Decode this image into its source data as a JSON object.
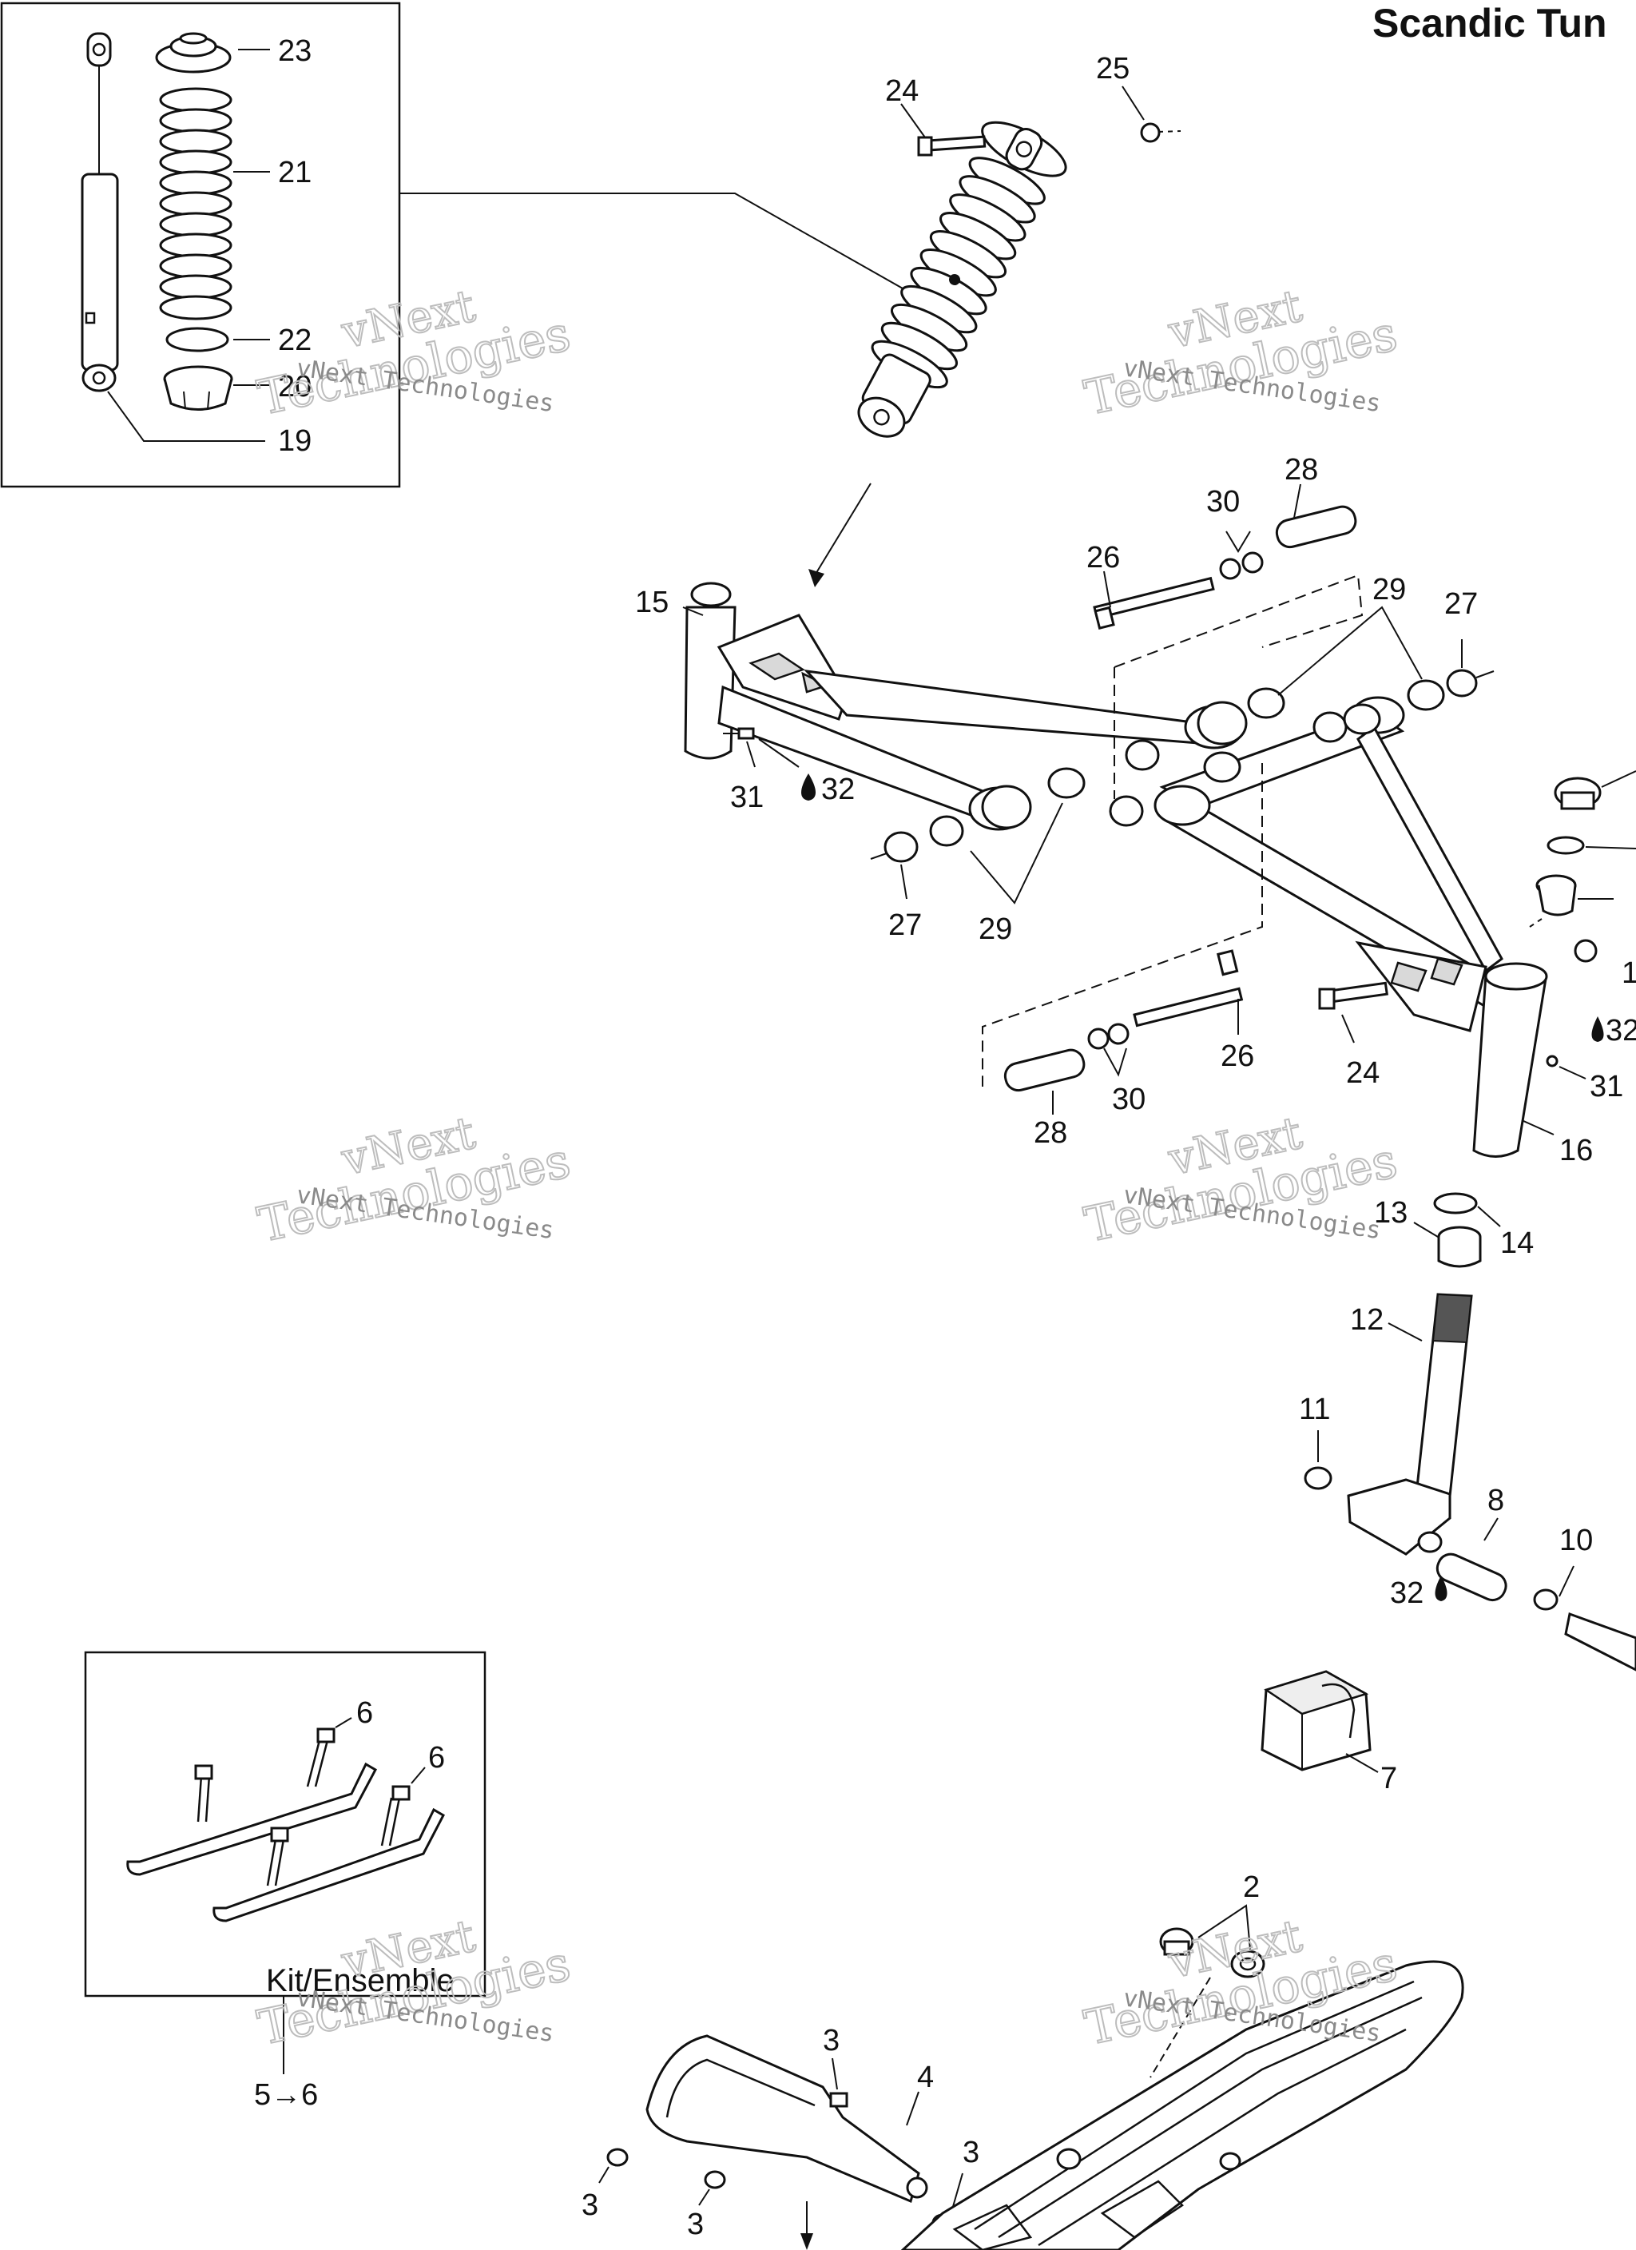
{
  "diagram": {
    "title": "Scandic Tun",
    "kit_label": "Kit/Ensemble",
    "kit_ref": "5→6",
    "watermark": {
      "line1": "vNext",
      "line2": "Technologies",
      "small": "vNext Technologies"
    },
    "drop_icon": "oil-drop-icon",
    "callouts": {
      "c2": "2",
      "c3": "3",
      "c4": "4",
      "c6": "6",
      "c7": "7",
      "c8": "8",
      "c10": "10",
      "c11": "11",
      "c12": "12",
      "c13": "13",
      "c14": "14",
      "c15": "15",
      "c16": "16",
      "c19": "19",
      "c20": "20",
      "c21": "21",
      "c22": "22",
      "c23": "23",
      "c24": "24",
      "c25": "25",
      "c26": "26",
      "c27": "27",
      "c28": "28",
      "c29": "29",
      "c30": "30",
      "c31": "31",
      "c32": "32",
      "c1": "1"
    }
  }
}
